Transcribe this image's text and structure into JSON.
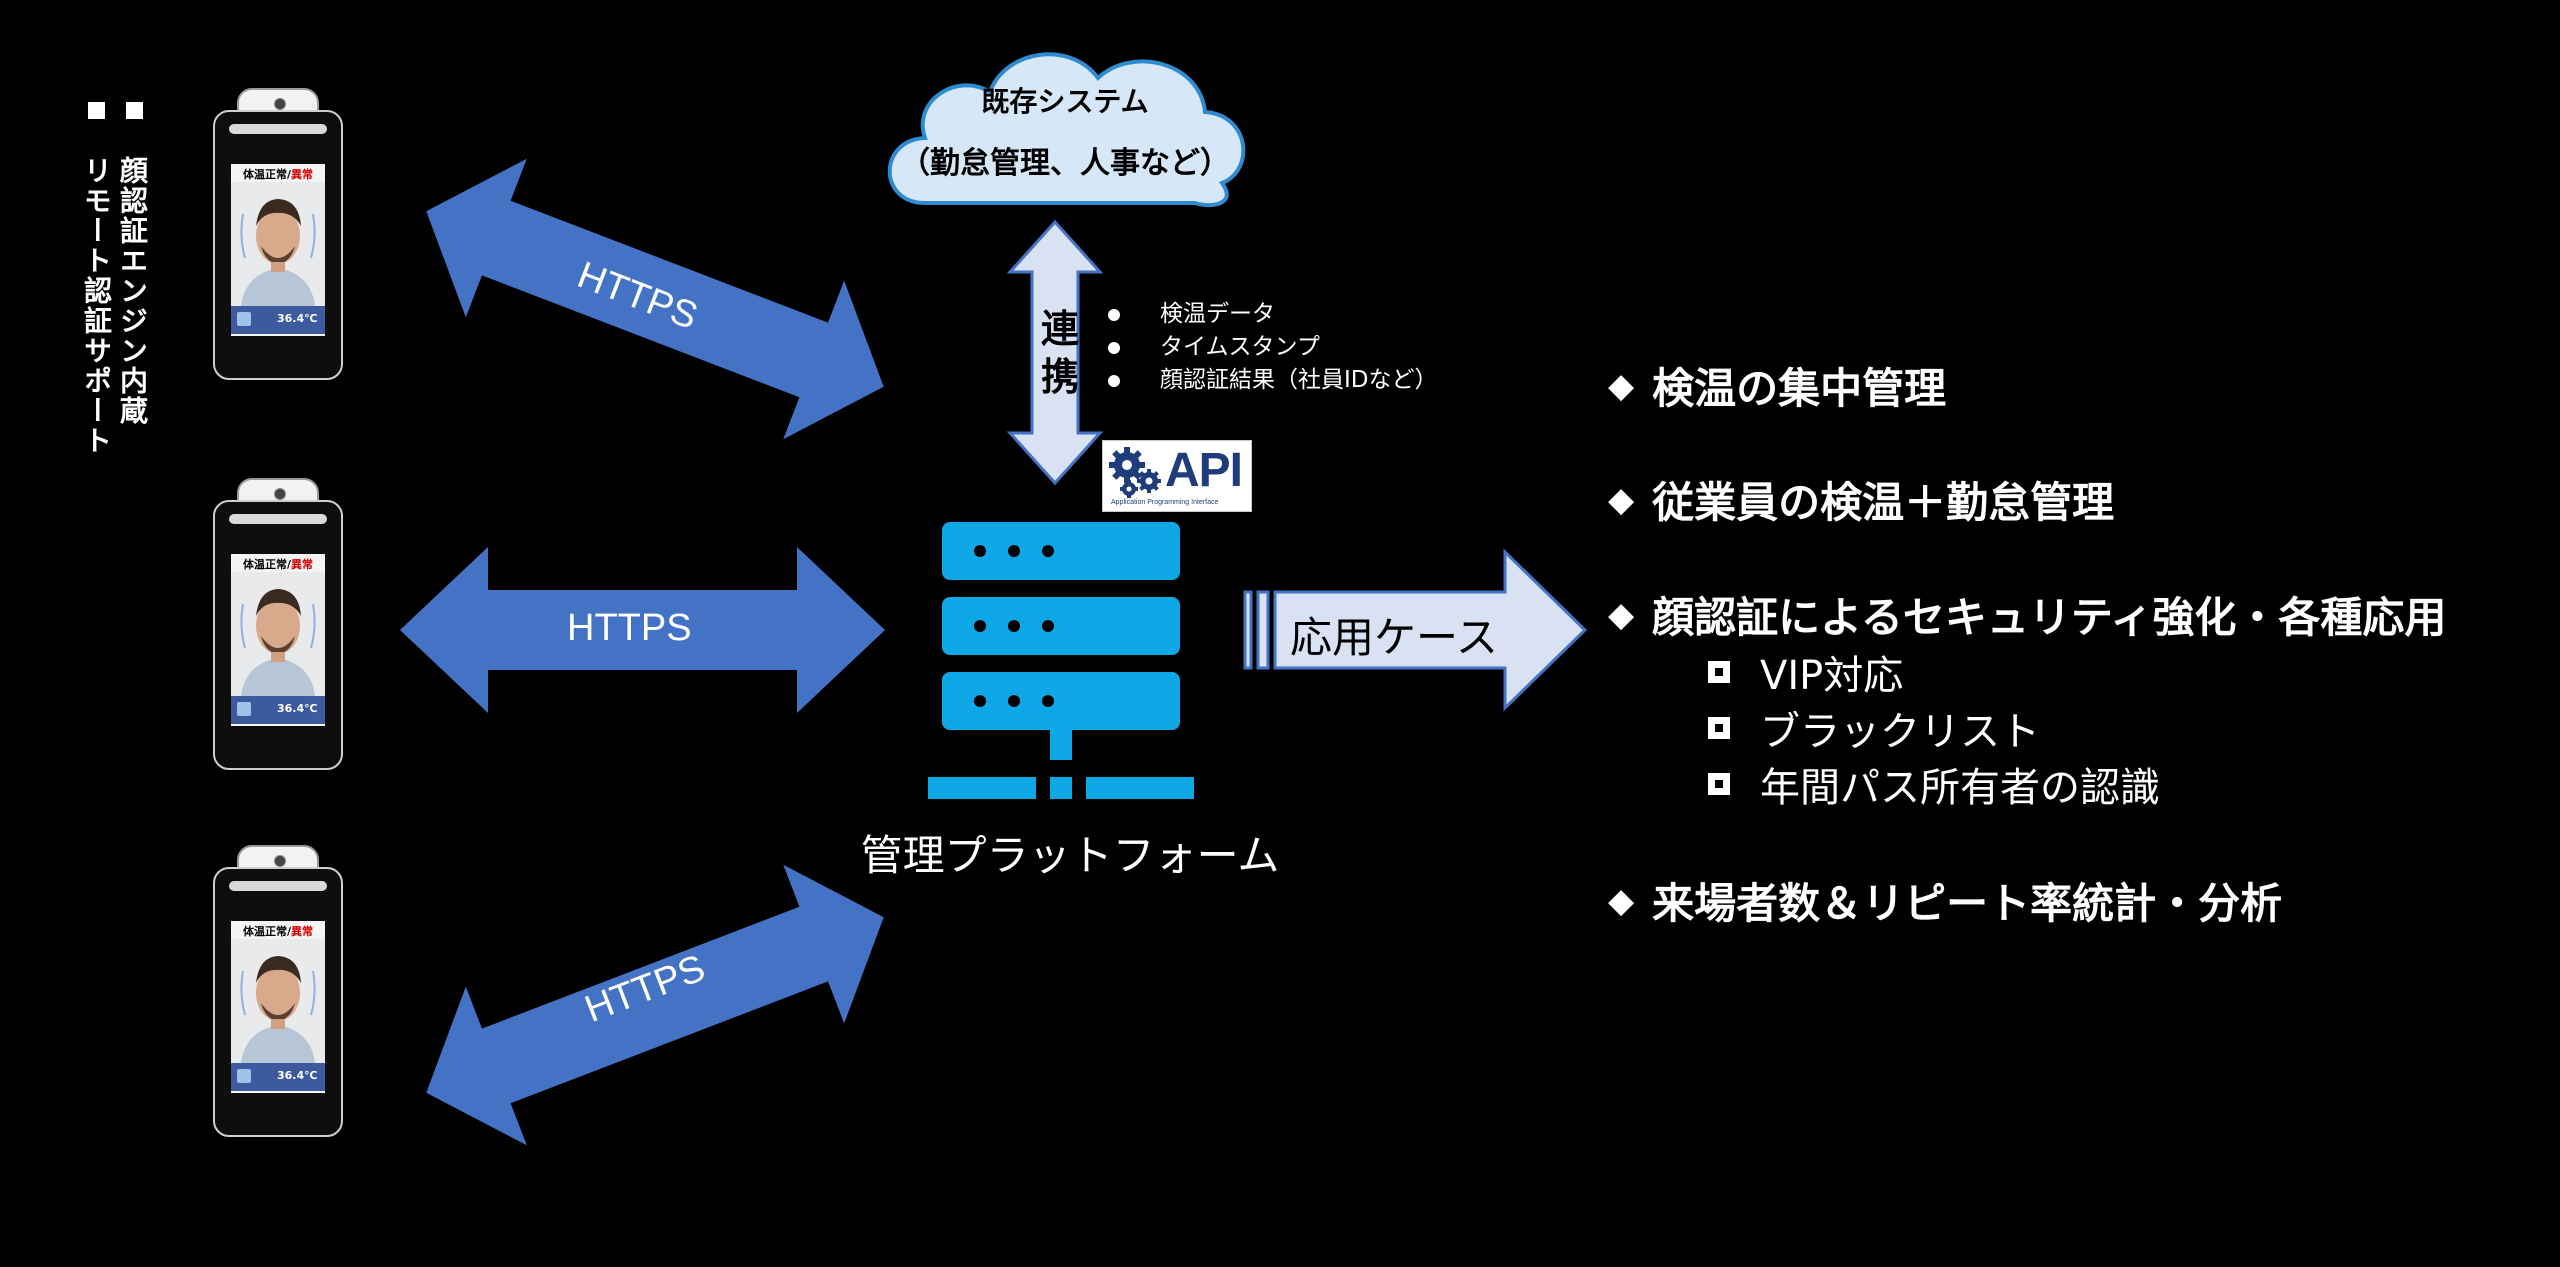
{
  "left_column": {
    "line1": "顔認証エンジン内蔵",
    "line2": "リモート認証サポート"
  },
  "devices": [
    {
      "screen_title_normal": "体温正常/",
      "screen_title_alert": "異常",
      "temperature": "36.4℃"
    },
    {
      "screen_title_normal": "体温正常/",
      "screen_title_alert": "異常",
      "temperature": "36.4℃"
    },
    {
      "screen_title_normal": "体温正常/",
      "screen_title_alert": "異常",
      "temperature": "36.4℃"
    }
  ],
  "connections": {
    "top": "HTTPS",
    "middle": "HTTPS",
    "bottom": "HTTPS"
  },
  "cloud": {
    "line1": "既存システム",
    "line2": "（勤怠管理、人事など）"
  },
  "link": {
    "label": "連携",
    "items": [
      "検温データ",
      "タイムスタンプ",
      "顔認証結果（社員IDなど）"
    ]
  },
  "api": {
    "word": "API",
    "subtitle": "Application Programming Interface"
  },
  "platform": {
    "label": "管理プラットフォーム"
  },
  "use_case": {
    "label": "応用ケース"
  },
  "features": [
    {
      "title": "検温の集中管理",
      "subs": []
    },
    {
      "title": "従業員の検温＋勤怠管理",
      "subs": []
    },
    {
      "title": "顔認証によるセキュリティ強化・各種応用",
      "subs": [
        "VIP対応",
        "ブラックリスト",
        "年間パス所有者の認識"
      ]
    },
    {
      "title": "来場者数＆リピート率統計・分析",
      "subs": []
    }
  ],
  "colors": {
    "background": "#000000",
    "arrow_blue": "#4472C4",
    "server_blue": "#0FA8E6",
    "cloud_fill": "#D6E7F7",
    "cloud_stroke": "#2E8BD0",
    "light_arrow": "#D9E2F3"
  }
}
